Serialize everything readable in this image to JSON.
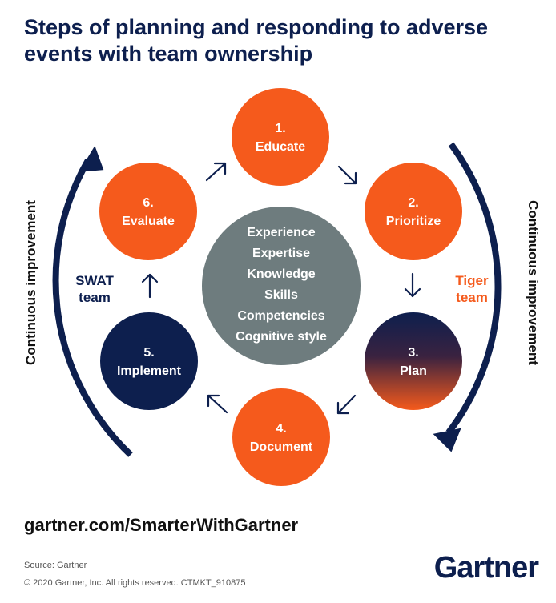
{
  "title": {
    "line1": "Steps of planning and responding to adverse",
    "line2": "events with team ownership"
  },
  "steps": [
    {
      "num": "1.",
      "name": "Educate"
    },
    {
      "num": "2.",
      "name": "Prioritize"
    },
    {
      "num": "3.",
      "name": "Plan"
    },
    {
      "num": "4.",
      "name": "Document"
    },
    {
      "num": "5.",
      "name": "Implement"
    },
    {
      "num": "6.",
      "name": "Evaluate"
    }
  ],
  "center": [
    "Experience",
    "Expertise",
    "Knowledge",
    "Skills",
    "Competencies",
    "Cognitive style"
  ],
  "left_label": "Continuous improvement",
  "right_label": "Continuous improvement",
  "swat_team": {
    "line1": "SWAT",
    "line2": "team"
  },
  "tiger_team": {
    "line1": "Tiger",
    "line2": "team"
  },
  "url": "gartner.com/SmarterWithGartner",
  "source": "Source: Gartner",
  "copyright": "© 2020 Gartner, Inc. All rights reserved. CTMKT_910875",
  "brand": "Gartner",
  "colors": {
    "orange": "#f55a1c",
    "navy": "#0d1f4e",
    "gray": "#6e7c7e"
  }
}
